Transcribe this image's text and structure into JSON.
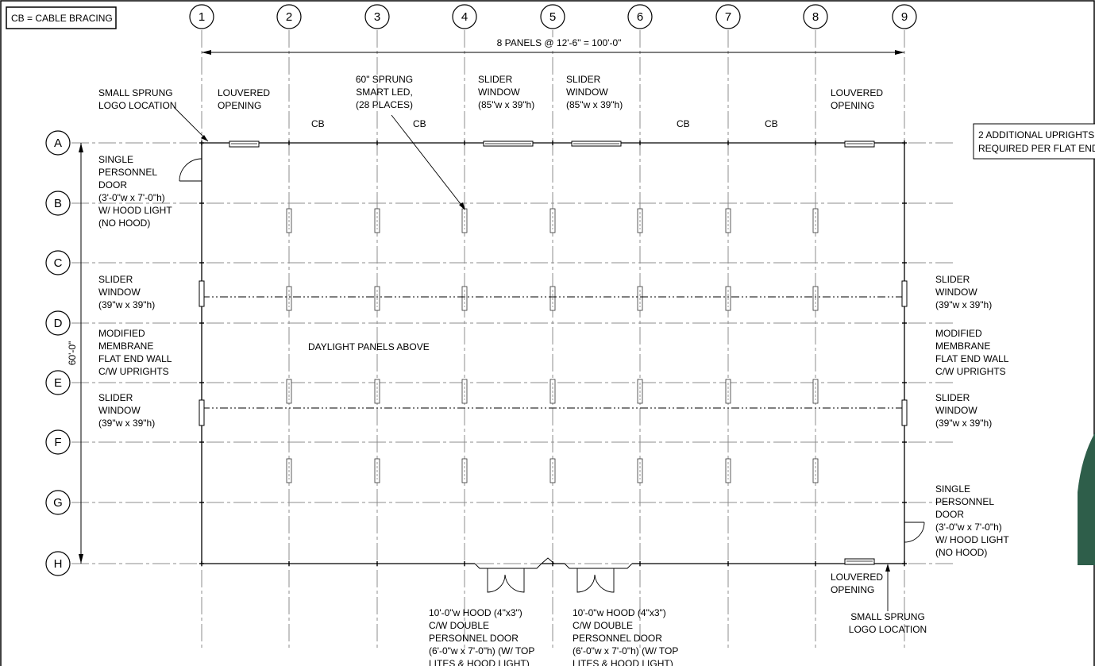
{
  "legend_box": "CB = CABLE BRACING",
  "column_grid": [
    "1",
    "2",
    "3",
    "4",
    "5",
    "6",
    "7",
    "8",
    "9"
  ],
  "row_grid": [
    "A",
    "B",
    "C",
    "D",
    "E",
    "F",
    "G",
    "H"
  ],
  "dimension_top": "8 PANELS @ 12'-6\" = 100'-0\"",
  "dimension_left": "60'-0\"",
  "cable_bracing_label": "CB",
  "notes": {
    "additional_uprights": [
      "2 ADDITIONAL UPRIGHTS",
      "REQUIRED PER FLAT END"
    ],
    "daylight_panels": "DAYLIGHT PANELS ABOVE"
  },
  "top_labels": {
    "logo_top": [
      "SMALL SPRUNG",
      "LOGO LOCATION"
    ],
    "louvered_left": [
      "LOUVERED",
      "OPENING"
    ],
    "led": [
      "60\" SPRUNG",
      "SMART LED,",
      "(28 PLACES)"
    ],
    "slider_a": [
      "SLIDER",
      "WINDOW",
      "(85\"w x 39\"h)"
    ],
    "slider_b": [
      "SLIDER",
      "WINDOW",
      "(85\"w x 39\"h)"
    ],
    "louvered_right": [
      "LOUVERED",
      "OPENING"
    ]
  },
  "left_labels": {
    "door": [
      "SINGLE",
      "PERSONNEL",
      "DOOR",
      "(3'-0\"w x 7'-0\"h)",
      "W/ HOOD LIGHT",
      "(NO HOOD)"
    ],
    "slider_1": [
      "SLIDER",
      "WINDOW",
      "(39\"w x 39\"h)"
    ],
    "membrane": [
      "MODIFIED",
      "MEMBRANE",
      "FLAT END WALL",
      "C/W UPRIGHTS"
    ],
    "slider_2": [
      "SLIDER",
      "WINDOW",
      "(39\"w x 39\"h)"
    ]
  },
  "right_labels": {
    "slider_1": [
      "SLIDER",
      "WINDOW",
      "(39\"w x 39\"h)"
    ],
    "membrane": [
      "MODIFIED",
      "MEMBRANE",
      "FLAT END WALL",
      "C/W UPRIGHTS"
    ],
    "slider_2": [
      "SLIDER",
      "WINDOW",
      "(39\"w x 39\"h)"
    ],
    "door": [
      "SINGLE",
      "PERSONNEL",
      "DOOR",
      "(3'-0\"w x 7'-0\"h)",
      "W/ HOOD LIGHT",
      "(NO HOOD)"
    ]
  },
  "bottom_labels": {
    "louvered": [
      "LOUVERED",
      "OPENING"
    ],
    "logo": [
      "SMALL SPRUNG",
      "LOGO LOCATION"
    ],
    "double_door_a": [
      "10'-0\"w HOOD (4\"x3\")",
      "C/W DOUBLE",
      "PERSONNEL DOOR",
      "(6'-0\"w x 7'-0\"h) (W/ TOP",
      "LITES & HOOD LIGHT)"
    ],
    "double_door_b": [
      "10'-0\"w HOOD (4\"x3\")",
      "C/W DOUBLE",
      "PERSONNEL DOOR",
      "(6'-0\"w x 7'-0\"h) (W/ TOP",
      "LITES & HOOD LIGHT)"
    ]
  },
  "colors": {
    "line": "#000000",
    "grid_line": "#8c8c8c",
    "inset_green": "#2e5e4a"
  }
}
